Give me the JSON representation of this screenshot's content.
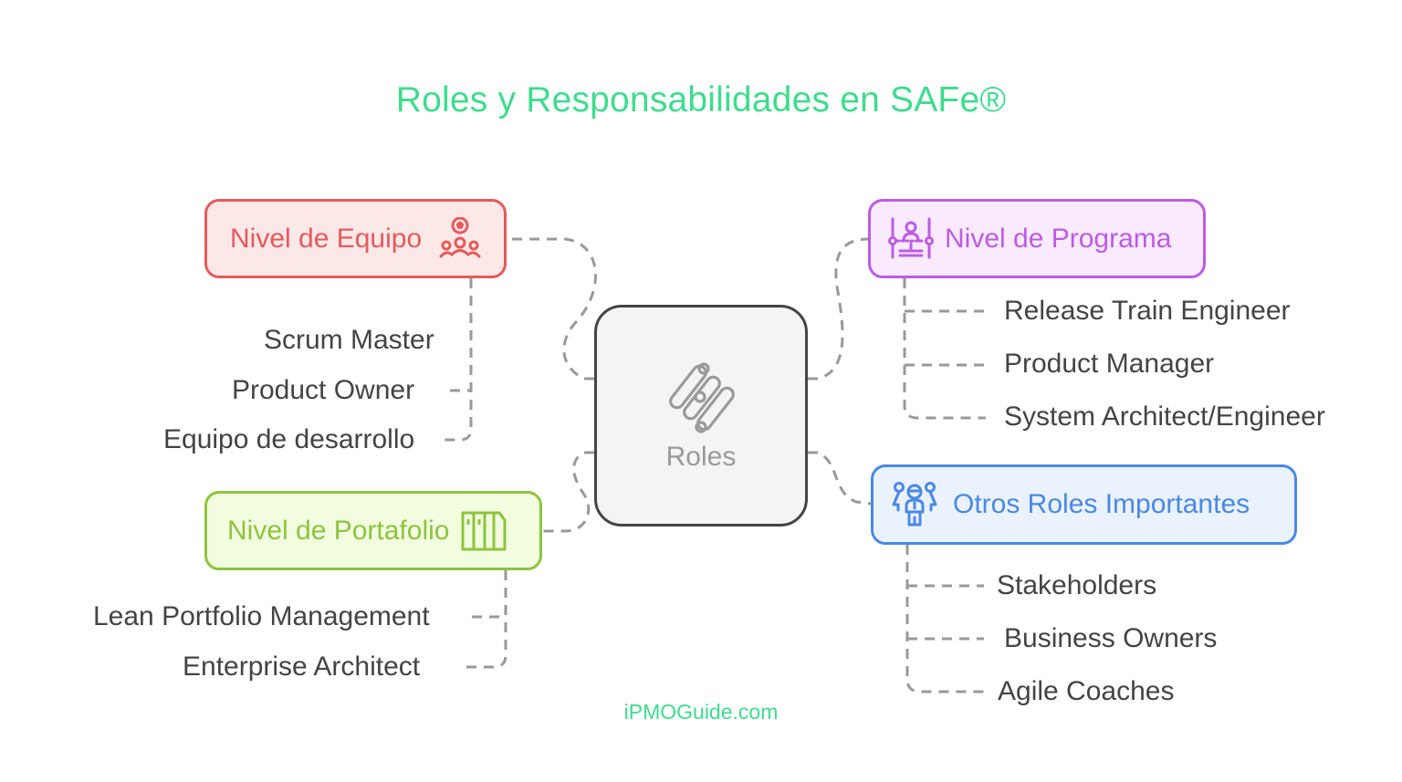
{
  "title": "Roles y Responsabilidades en SAFe®",
  "center": {
    "label": "Roles",
    "icon": "roles-icon"
  },
  "branches": {
    "equipo": {
      "label": "Nivel de Equipo",
      "icon": "team-soccer-icon",
      "color": "#e65a5a",
      "fill": "#fde8e8",
      "items": [
        "Scrum Master",
        "Product Owner",
        "Equipo de desarrollo"
      ]
    },
    "programa": {
      "label": "Nivel de Programa",
      "icon": "program-presenter-icon",
      "color": "#bd5be3",
      "fill": "#f9eafd",
      "items": [
        "Release Train Engineer",
        "Product Manager",
        "System Architect/Engineer"
      ]
    },
    "portafolio": {
      "label": "Nivel de Portafolio",
      "icon": "portfolio-books-icon",
      "color": "#8dc43d",
      "fill": "#f2fde0",
      "items": [
        "Lean Portfolio Management",
        "Enterprise Architect"
      ]
    },
    "otros": {
      "label": "Otros Roles Importantes",
      "icon": "group-people-icon",
      "color": "#4a88e5",
      "fill": "#eaf2fe",
      "items": [
        "Stakeholders",
        "Business Owners",
        "Agile Coaches"
      ]
    }
  },
  "colors": {
    "title": "#3fdc8e",
    "connector": "#999999",
    "center_border": "#444444",
    "text": "#444444"
  },
  "footer": "iPMOGuide.com"
}
